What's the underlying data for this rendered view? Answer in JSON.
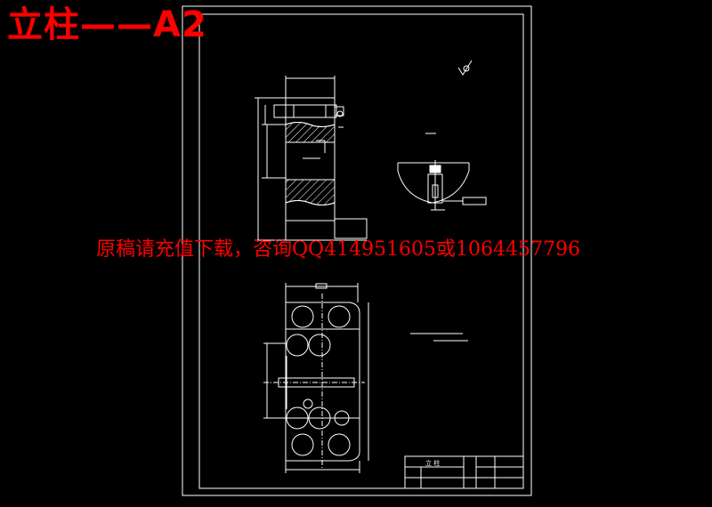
{
  "drawing": {
    "title_overlay": "立柱——A2",
    "watermark": "原稿请充值下载，咨询QQ414951605或1064457796",
    "colors": {
      "background": "#000000",
      "line": "#ffffff",
      "overlay_text": "#ff0000",
      "hatch": "#ffffff",
      "centerline": "#ffffff"
    }
  },
  "title_block": {
    "part_name": "立 柱"
  },
  "tech_notes": {
    "icon": "surface-roughness-icon"
  }
}
